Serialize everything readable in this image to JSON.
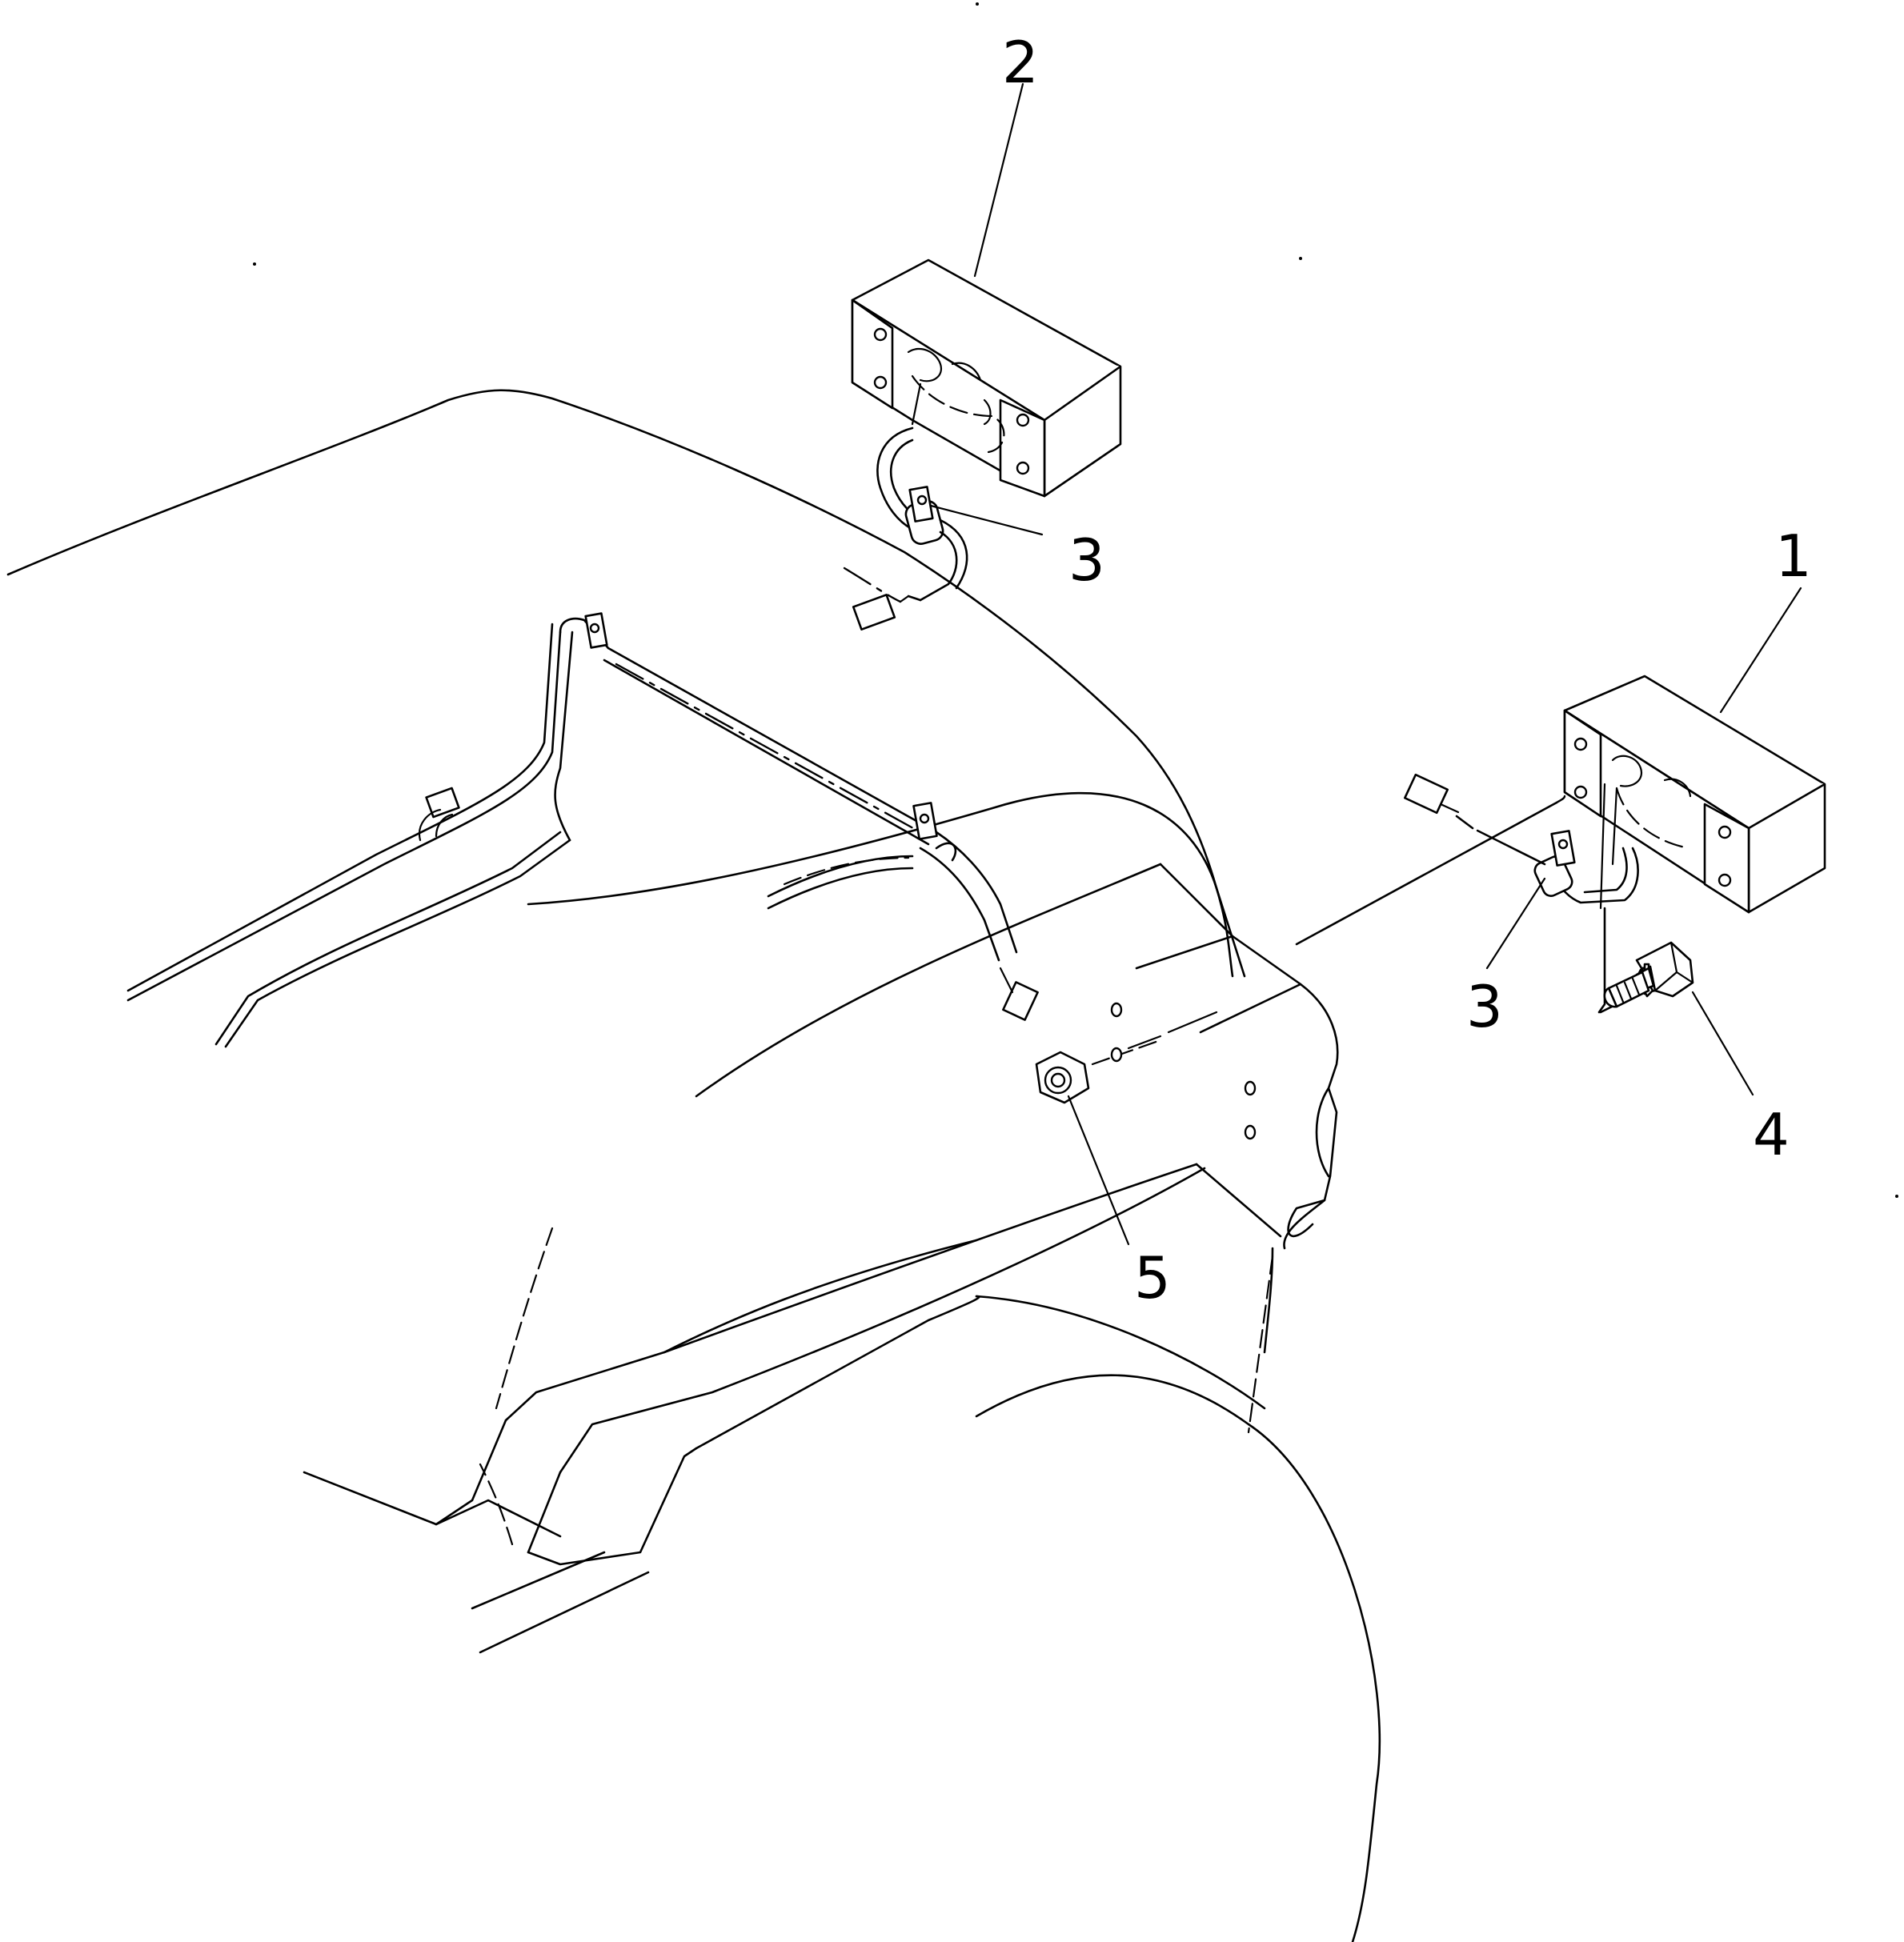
{
  "callouts": [
    {
      "id": "lamp-1",
      "label": "1"
    },
    {
      "id": "lamp-2",
      "label": "2"
    },
    {
      "id": "clamp-3-upper",
      "label": "3"
    },
    {
      "id": "clamp-3-lower",
      "label": "3"
    },
    {
      "id": "bolt-4",
      "label": "4"
    },
    {
      "id": "nut-5",
      "label": "5"
    }
  ]
}
